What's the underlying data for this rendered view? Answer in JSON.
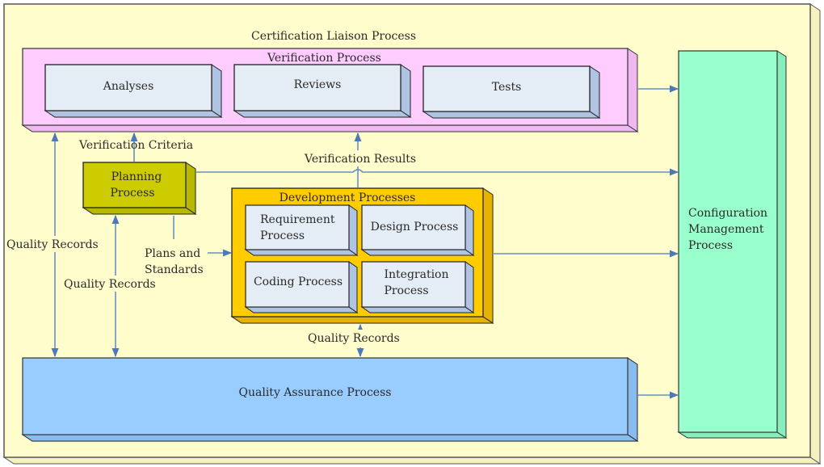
{
  "diagram": {
    "outer_label": "Certification Liaison Process",
    "verification": {
      "title": "Verification Process",
      "items": [
        "Analyses",
        "Reviews",
        "Tests"
      ]
    },
    "planning": {
      "label_line1": "Planning",
      "label_line2": "Process"
    },
    "development": {
      "title": "Development Processes",
      "items": [
        {
          "line1": "Requirement",
          "line2": "Process"
        },
        {
          "line1": "Design Process",
          "line2": ""
        },
        {
          "line1": "Coding Process",
          "line2": ""
        },
        {
          "line1": "Integration",
          "line2": "Process"
        }
      ]
    },
    "quality_assurance": {
      "label": "Quality Assurance Process"
    },
    "configuration": {
      "line1": "Configuration",
      "line2": "Management",
      "line3": "Process"
    },
    "edge_labels": {
      "verification_criteria": "Verification Criteria",
      "verification_results": "Verification Results",
      "quality_records_left": "Quality Records",
      "quality_records_mid": "Quality Records",
      "quality_records_bottom": "Quality Records",
      "plans_line1": "Plans and",
      "plans_line2": "Standards"
    },
    "colors": {
      "background": "#FFFDCC",
      "verification_fill": "#FFCCFF",
      "inner_box_fill": "#E4ECF6",
      "inner_box_side": "#AFC4E2",
      "planning_fill": "#CCCC00",
      "development_fill": "#FFCC00",
      "qa_fill": "#99CCFF",
      "config_fill": "#99FFCC",
      "arrow": "#5B83BD"
    }
  }
}
